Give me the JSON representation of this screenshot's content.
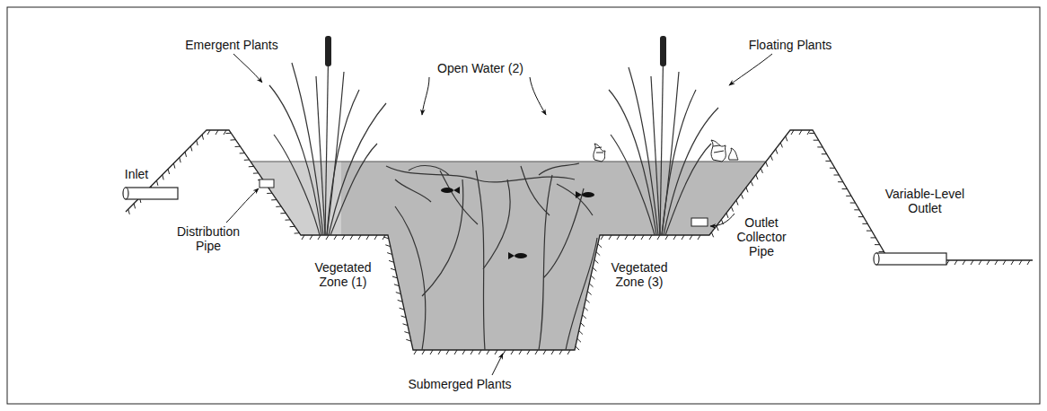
{
  "diagram": {
    "labels": [
      "Emergent Plants",
      "Open Water (2)",
      "Floating Plants",
      "Inlet",
      "Distribution Pipe",
      "Vegetated Zone (1)",
      "Submerged Plants",
      "Vegetated Zone (3)",
      "Outlet Collector Pipe",
      "Variable-Level Outlet"
    ]
  }
}
